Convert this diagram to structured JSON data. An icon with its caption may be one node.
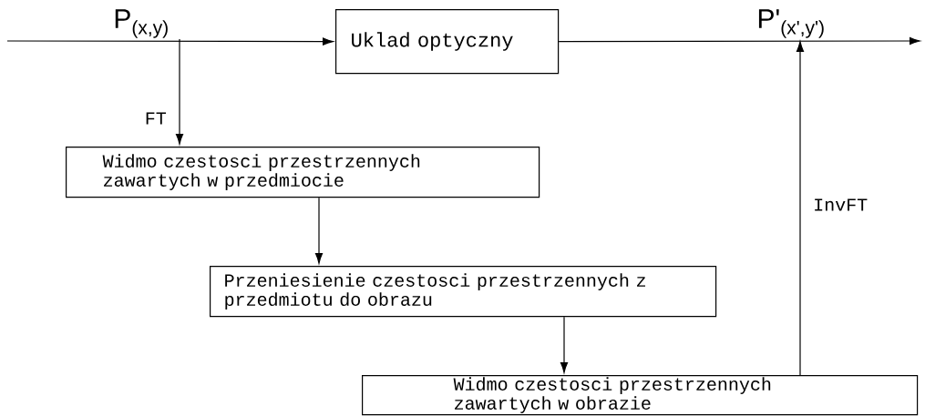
{
  "diagram": {
    "nodes": [
      {
        "text": [
          "Uklad optyczny"
        ]
      },
      {
        "text": [
          "Widmo czestosci przestrzennych zawartych w  przedmiocie"
        ]
      },
      {
        "text": [
          "Przeniesienie czestosci przestrzennych z przedmiotu do obrazu"
        ]
      },
      {
        "text": [
          "Widmo czestosci przestrzennych zawartych w obrazie"
        ]
      },
      {
        "text": [
          "P$_{(x,y)}$"
        ]
      },
      {
        "text": [
          "P'$_{(x',y')}$"
        ]
      }
    ],
    "edges": [
      {
        "from": null,
        "to": 0,
        "arrow": "to"
      },
      {
        "from": 4,
        "to": 1,
        "arrow": "to",
        "label": "FT"
      },
      {
        "from": 1,
        "to": 2,
        "arrow": "to"
      },
      {
        "from": 2,
        "to": 3,
        "arrow": "to"
      },
      {
        "from": 3,
        "to": 5,
        "arrow": "to",
        "label": "InvFT"
      },
      {
        "from": 0,
        "to": null,
        "arrow": "to"
      }
    ]
  }
}
